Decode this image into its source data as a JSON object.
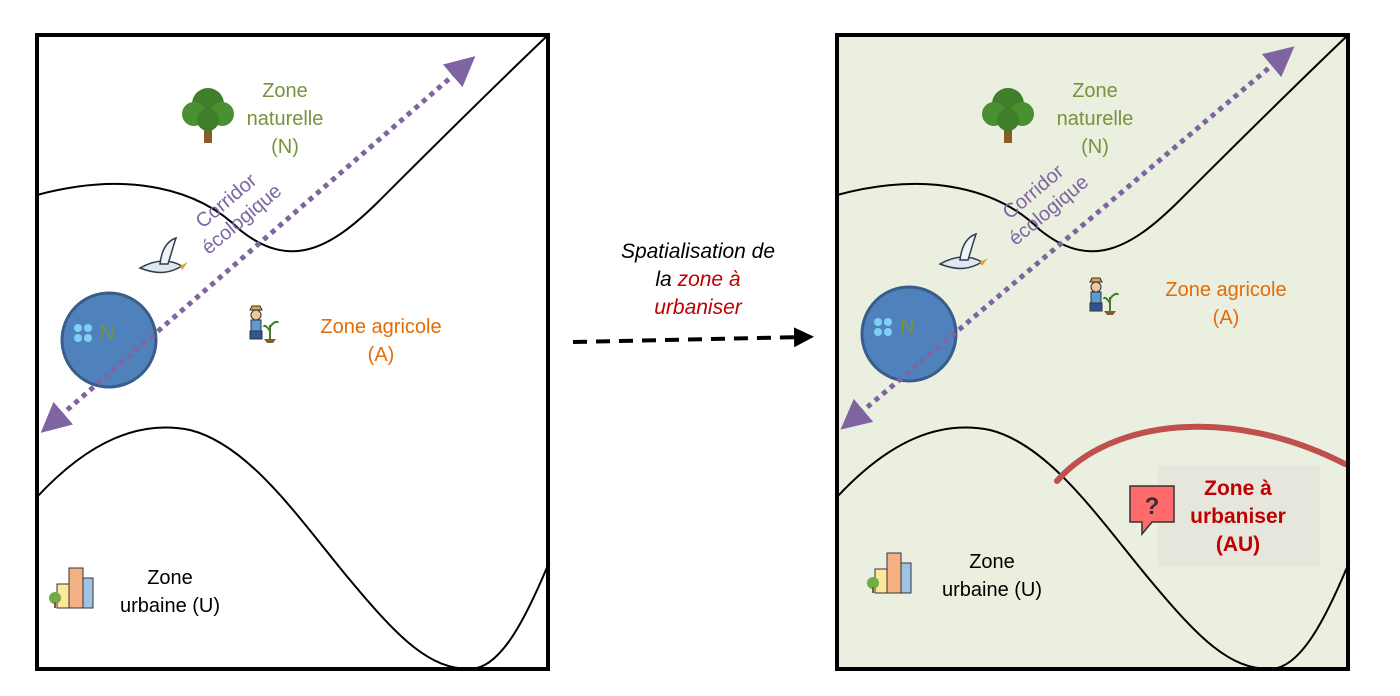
{
  "colors": {
    "natural": "#77933c",
    "agricultural": "#e36c09",
    "corridor": "#8064a2",
    "urbanize": "#c00000",
    "map_fill_right": "#ebefe0",
    "water": "#4f81bd",
    "urbanize_line": "#c0504d"
  },
  "left_map": {
    "natural_zone": [
      "Zone",
      "naturelle",
      "(N)"
    ],
    "corridor": [
      "Corridor",
      "écologique"
    ],
    "water_label": "N",
    "agricultural_zone": [
      "Zone agricole",
      "(A)"
    ],
    "urban_zone": [
      "Zone",
      "urbaine (U)"
    ]
  },
  "transition": {
    "line1": "Spatialisation de",
    "line2_prefix": "la ",
    "line2_highlight": "zone à",
    "line3_highlight": "urbaniser"
  },
  "right_map": {
    "natural_zone": [
      "Zone",
      "naturelle",
      "(N)"
    ],
    "corridor": [
      "Corridor",
      "écologique"
    ],
    "water_label": "N",
    "agricultural_zone": [
      "Zone agricole",
      "(A)"
    ],
    "urban_zone": [
      "Zone",
      "urbaine (U)"
    ],
    "to_urbanize": [
      "Zone à",
      "urbaniser",
      "(AU)"
    ],
    "question_mark": "?"
  },
  "icons": [
    "tree-icon",
    "bird-icon",
    "farmer-icon",
    "water-drops-icon",
    "city-icon",
    "question-bubble-icon"
  ]
}
